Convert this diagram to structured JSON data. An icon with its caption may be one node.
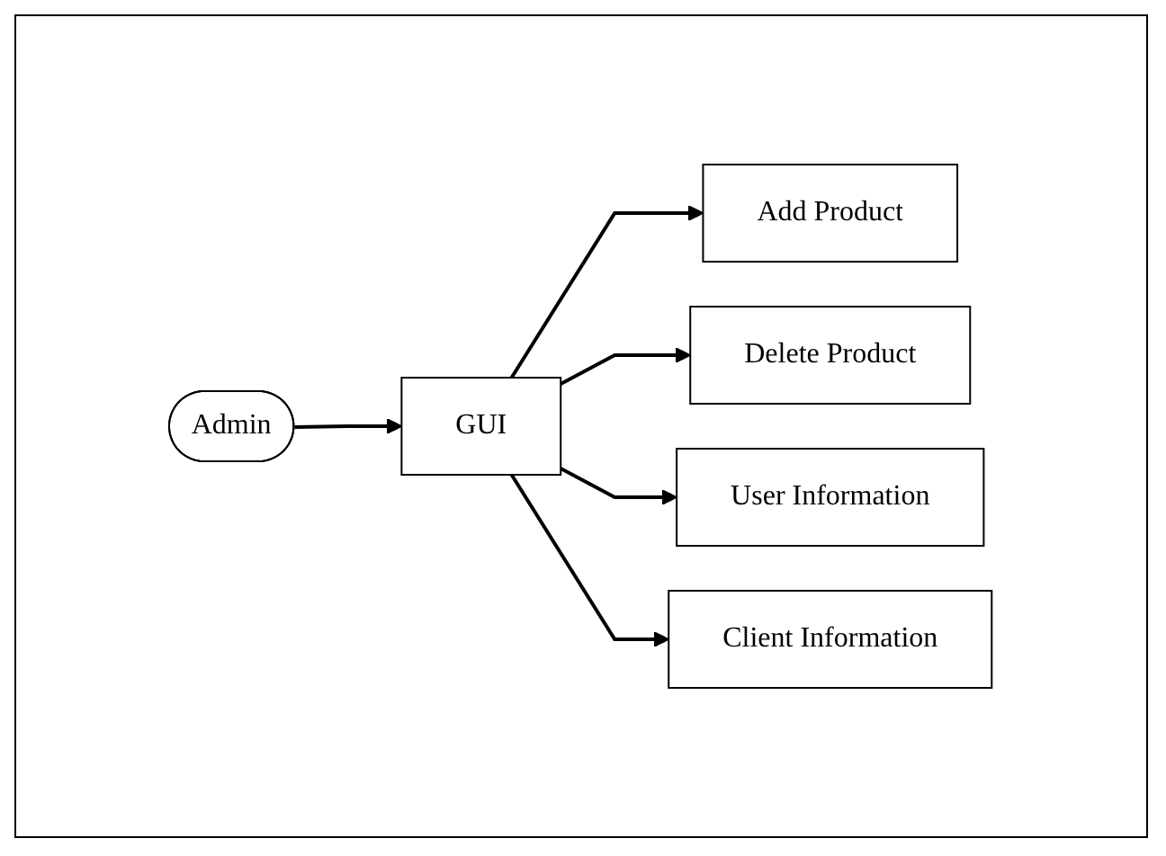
{
  "diagram": {
    "nodes": [
      {
        "text": [
          "Admin"
        ]
      },
      {
        "text": [
          "GUI"
        ]
      },
      {
        "text": [
          "Add Product"
        ]
      },
      {
        "text": [
          "Delete Product"
        ]
      },
      {
        "text": [
          "User Information"
        ]
      },
      {
        "text": [
          "Client Information"
        ]
      }
    ],
    "edges": [
      {
        "from": 0,
        "to": 1,
        "arrow": "to"
      },
      {
        "from": 1,
        "to": 2,
        "arrow": "to"
      },
      {
        "from": 1,
        "to": 3,
        "arrow": "to"
      },
      {
        "from": 1,
        "to": 4,
        "arrow": "to"
      },
      {
        "from": 1,
        "to": 5,
        "arrow": "to"
      }
    ]
  }
}
